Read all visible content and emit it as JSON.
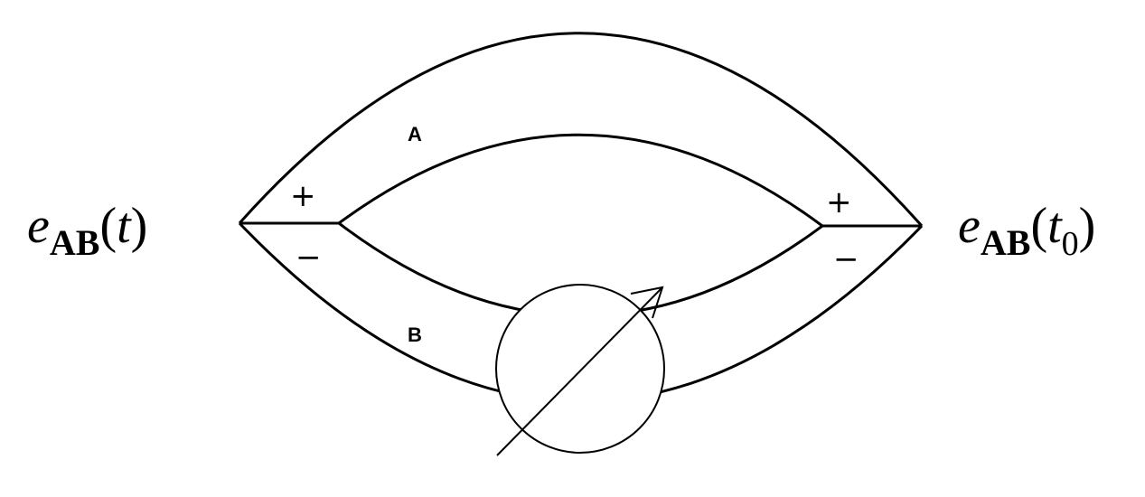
{
  "diagram": {
    "type": "thermocouple circuit",
    "conductor_a_label": "A",
    "conductor_b_label": "B",
    "left_junction": {
      "plus": "+",
      "minus": "−",
      "emf_symbol": "e",
      "emf_subscript": "AB",
      "emf_arg_open": "(",
      "emf_arg": "t",
      "emf_arg_sub": "",
      "emf_arg_close": ")"
    },
    "right_junction": {
      "plus": "+",
      "minus": "−",
      "emf_symbol": "e",
      "emf_subscript": "AB",
      "emf_arg_open": "(",
      "emf_arg": "t",
      "emf_arg_sub": "0",
      "emf_arg_close": ")"
    },
    "meter": "galvanometer",
    "line_color": "#000000",
    "background": "#ffffff"
  }
}
